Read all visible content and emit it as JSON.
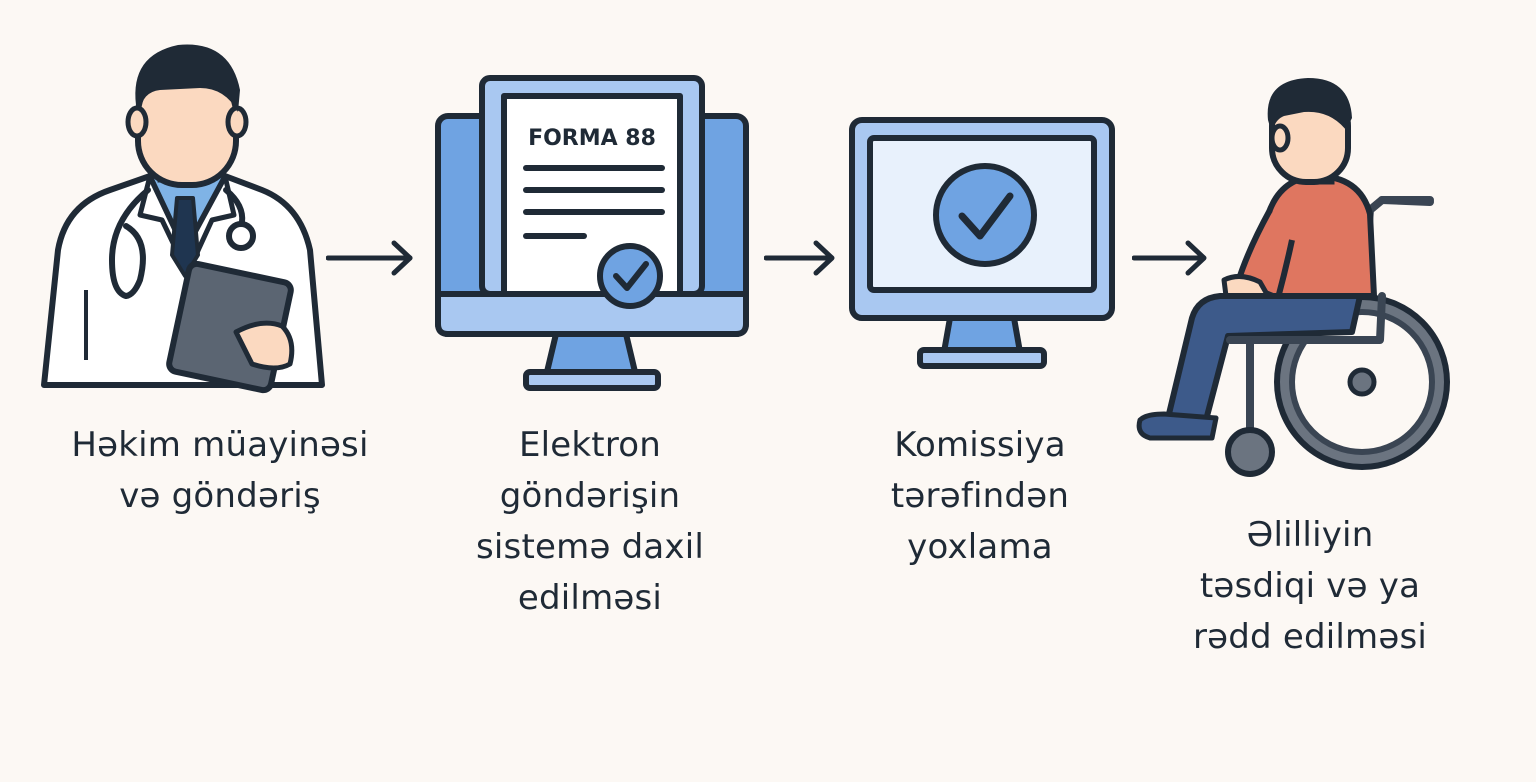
{
  "steps": [
    {
      "label": "Həkim müayinəsi\nvə göndəriş",
      "icon": "doctor-icon"
    },
    {
      "label": "Elektron\ngöndərişin\nsistemə daxil\nedilməsi",
      "icon": "monitor-form-icon",
      "form_title": "FORMA 88"
    },
    {
      "label": "Komissiya\ntərəfindən\nyoxlama",
      "icon": "monitor-check-icon"
    },
    {
      "label": "Əlilliyin\ntəsdiqi və ya\nrədd edilməsi",
      "icon": "wheelchair-person-icon"
    }
  ],
  "colors": {
    "background": "#fcf8f4",
    "outline": "#1f2a36",
    "blue": "#6fa3e2",
    "light_blue": "#a9c8f1",
    "pale_blue": "#e8f1fc",
    "skin": "#fbd9c0",
    "shirt": "#df7660",
    "pants": "#3d5a8a"
  }
}
